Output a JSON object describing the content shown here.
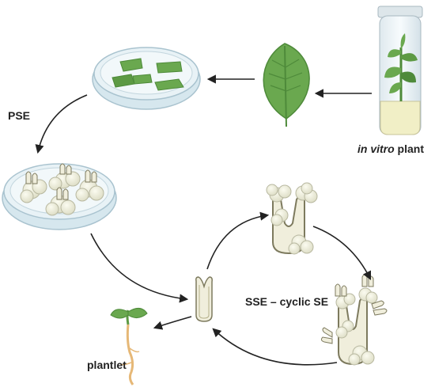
{
  "labels": {
    "invitro_italic": "in vitro",
    "invitro_plain": " plant",
    "pse": "PSE",
    "sse": "SSE – cyclic SE",
    "plantlet": "plantlet"
  },
  "colors": {
    "leaf": "#6aa84f",
    "leaf_dark": "#4e8a3a",
    "dish_rim": "#a9c3cf",
    "dish_fill": "#e8f2f6",
    "dish_base": "#d6e7ee",
    "callus": "#efefdf",
    "callus_edge": "#b8b8a0",
    "embryo": "#f0eedc",
    "embryo_edge": "#7d7a5e",
    "arrow": "#222222",
    "root": "#e6b877"
  }
}
